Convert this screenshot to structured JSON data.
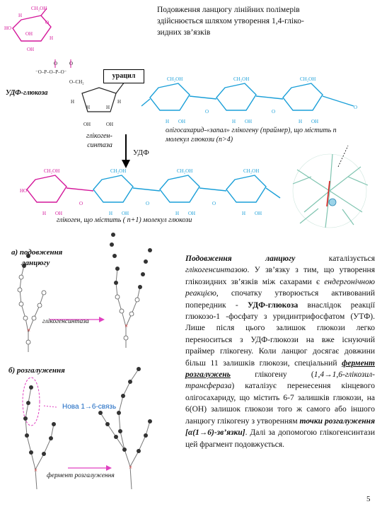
{
  "header": {
    "line1": "Подовження ланцюгу лінійних полімерів",
    "line2": "здійснюється шляхом утворення 1,4-гліко-",
    "line3": "зидних зв’язків"
  },
  "diagram": {
    "udp_glucose_label": "УДФ-глюкоза",
    "uracil_label": "урацил",
    "primer_caption_line1": "олігосахарид-«запал» глікогену (праймер), що містить n",
    "primer_caption_line2": "молекул глюкози (n>4)",
    "enzyme_line1": "глікоген-",
    "enzyme_line2": "синтаза",
    "udp_product": "УДФ",
    "glycogen_caption": "глікоген, що містить ( n+1) молекул глюкози",
    "label_a_line1": "а) подовження",
    "label_a_line2": "ланцюгу",
    "enzyme_chain_label": "глікогенсинтаза",
    "label_b": "б) розгалуження",
    "new_bond_label": "Нова 1→6-связь",
    "branching_enzyme_label": "фермент розгалуження"
  },
  "body": {
    "t1": "Подовження ланцюгу",
    "t2": " каталізується ",
    "t3": "глікогенсинтазою",
    "t4": ". У зв’язку з тим, що утворення глікозидних зв’язків між сахарами є ",
    "t5": "ендергонічною реакцією",
    "t6": ", спочатку утворюється активований попередник - ",
    "t7": "УДФ-глюкоза",
    "t8": " внаслідок реакції глюкозо-1 -фосфату з уридинтрифосфатом (УТФ). Лише після цього залишок глюкози легко переноситься з УДФ-глюкози на вже існуючий праймер глікогену. Коли ланцюг досягає довжини більш 11 залишків глюкози, спеціальний ",
    "t9": "фермент розгалужень",
    "t10": " глікогену (",
    "t11": "1,4→1,6-глікозил-трансфераза",
    "t12": ") каталізує перенесення кінцевого олігосахариду, що містить 6-7 залишків глюкози, на 6(ОН) залишок глюкози того ж самого або іншого ланцюгу глікогену з утворенням ",
    "t13": "точки розгалуження [α(1→6)-зв’язки]",
    "t14": ". Далі за допомогою глікогенсинтази цей фрагмент подовжується."
  },
  "page_number": "5",
  "colors": {
    "pink": "#d4179a",
    "blue": "#1a9fd8",
    "arrow_pink": "#e040c0",
    "new_bond_blue": "#1565c0"
  }
}
